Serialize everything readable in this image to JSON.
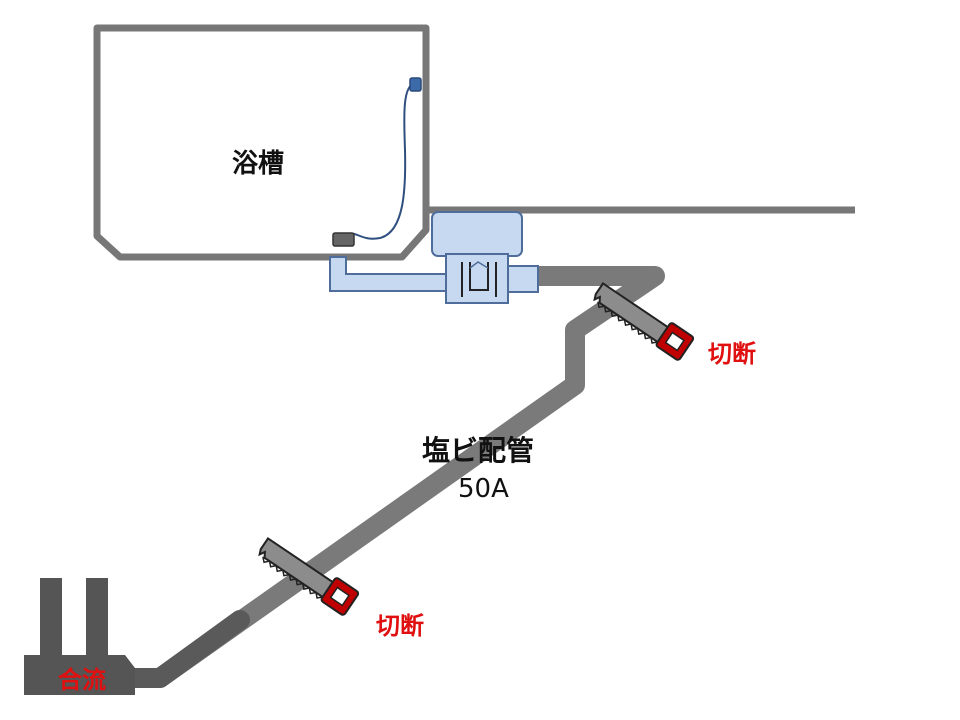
{
  "labels": {
    "bathtub": "浴槽",
    "pipe_name": "塩ビ配管",
    "pipe_size": "50A",
    "cut_upper": "切断",
    "cut_lower": "切断",
    "confluence": "合流"
  },
  "colors": {
    "outline": "#777777",
    "pipe": "#7a7a7a",
    "pipe_dark": "#5a5a5a",
    "fitting_fill": "#c6d9f1",
    "fitting_stroke": "#4f6d9a",
    "cut_text": "#e01010",
    "saw_blade": "#8c8c8c",
    "saw_handle": "#c00000"
  },
  "icons": {
    "saw": "saw-icon"
  }
}
